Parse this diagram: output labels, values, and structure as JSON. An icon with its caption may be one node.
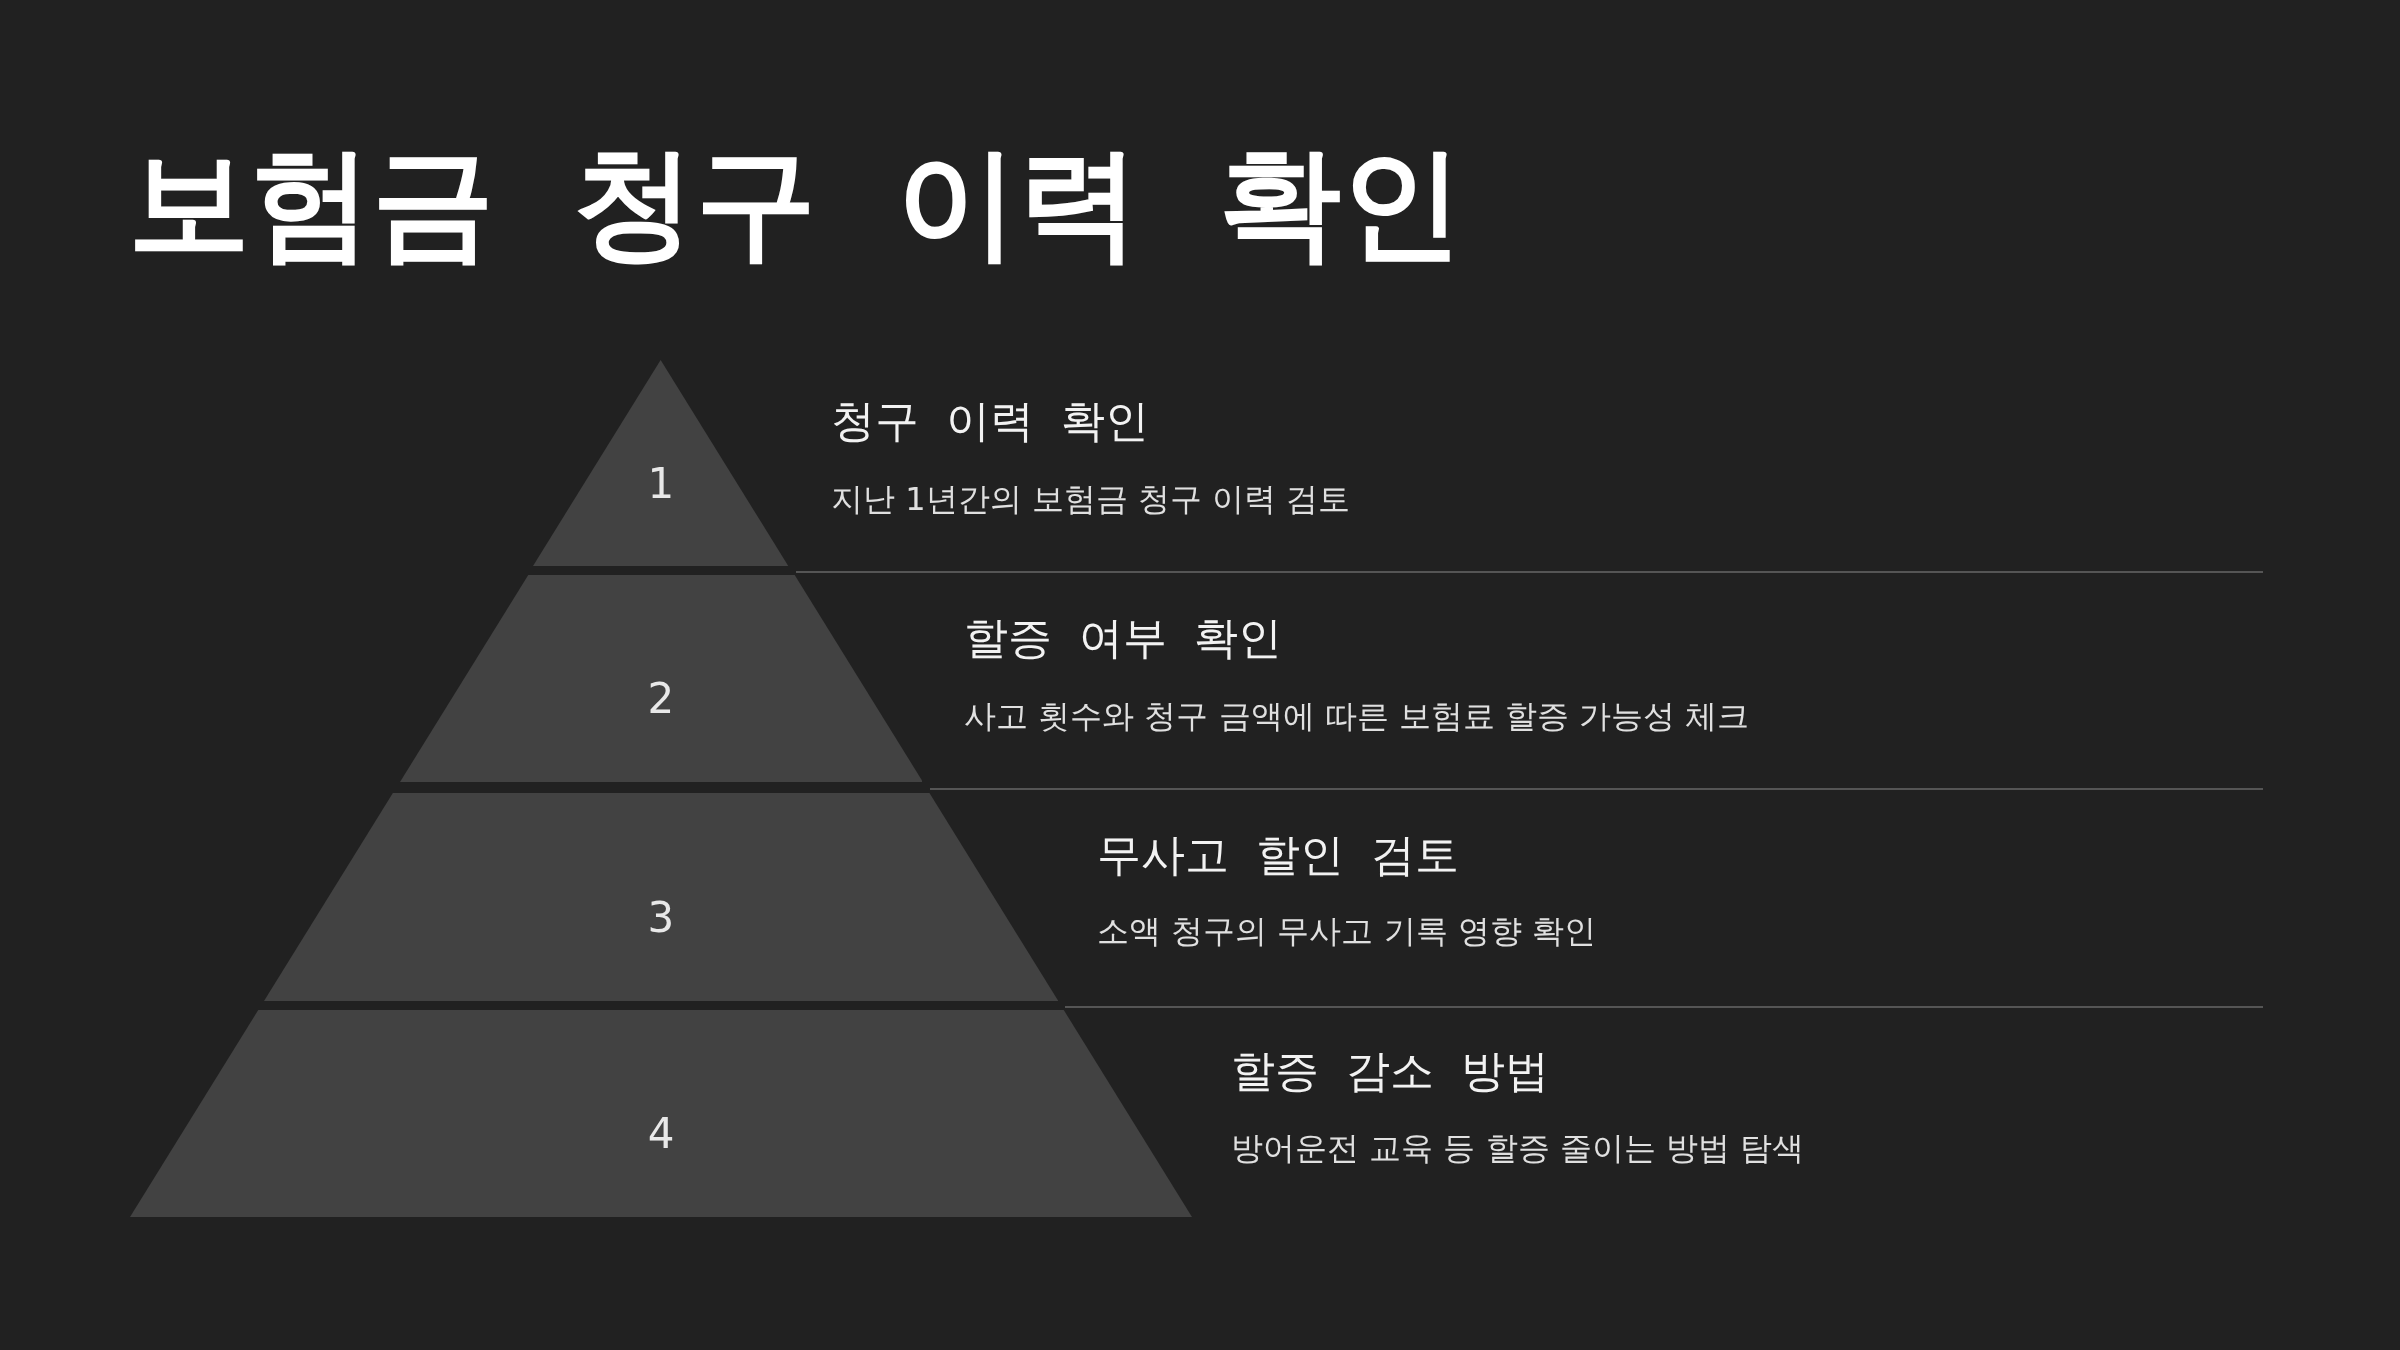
{
  "diagram": {
    "title": "보험금 청구 이력 확인",
    "nodes": [
      {
        "text": [
          "1"
        ],
        "beside": [
          "청구 이력 확인",
          "지난 1년간의 보험금 청구 이력 검토"
        ]
      },
      {
        "text": [
          "2"
        ],
        "beside": [
          "할증 여부 확인",
          "사고 횟수와 청구 금액에 따른 보험료 할증 가능성 체크"
        ]
      },
      {
        "text": [
          "3"
        ],
        "beside": [
          "무사고 할인 검토",
          "소액 청구의 무사고 기록 영향 확인"
        ]
      },
      {
        "text": [
          "4"
        ],
        "beside": [
          "할증 감소 방법",
          "방어운전 교육 등 할증 줄이는 방법 탐색"
        ]
      }
    ],
    "edges": []
  }
}
